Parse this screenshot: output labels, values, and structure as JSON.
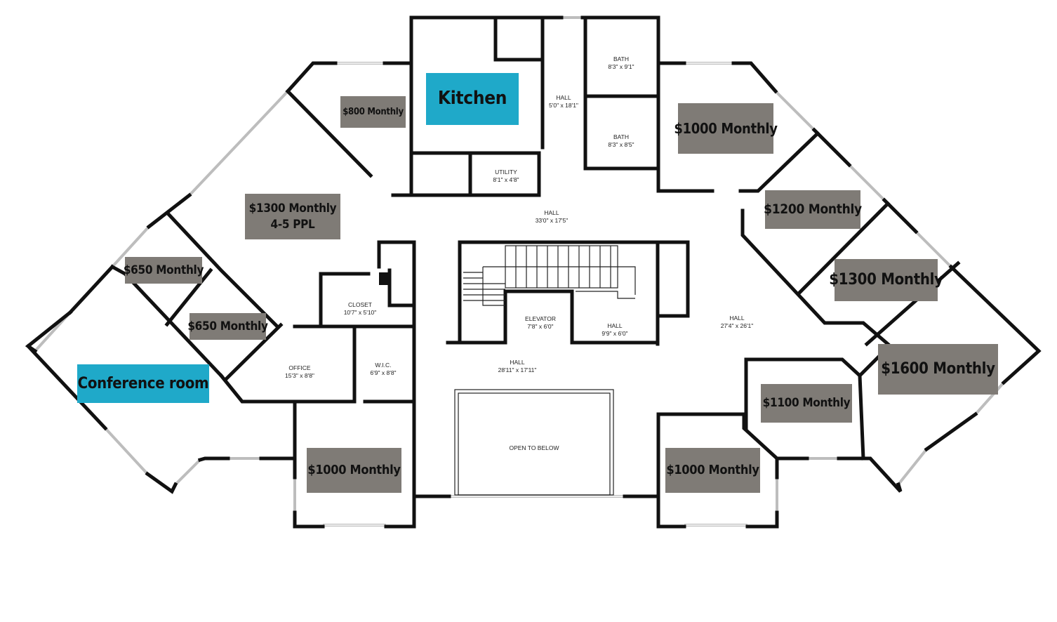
{
  "accent_colors": {
    "price_label": "#7f7b76",
    "highlight_label": "#1fa9c9"
  },
  "highlights": {
    "kitchen": "Kitchen",
    "conference": "Conference room"
  },
  "prices": {
    "p800": "$800 Monthly",
    "p1000_top_right": "$1000 Monthly",
    "p1300_line1": "$1300 Monthly",
    "p1300_line2": "4-5 PPL",
    "p1200": "$1200 Monthly",
    "p650_a": "$650 Monthly",
    "p650_b": "$650 Monthly",
    "p1300_right": "$1300 Monthly",
    "p1600": "$1600 Monthly",
    "p1100": "$1100 Monthly",
    "p1000_bottom_left": "$1000 Monthly",
    "p1000_bottom_right": "$1000 Monthly"
  },
  "rooms": {
    "bath1_name": "BATH",
    "bath1_dim": "8'3\" x 9'1\"",
    "bath2_name": "BATH",
    "bath2_dim": "8'3\" x 8'5\"",
    "hall_top_name": "HALL",
    "hall_top_dim": "5'0\" x 18'1\"",
    "utility_name": "UTILITY",
    "utility_dim": "8'1\" x 4'8\"",
    "hall_mid_name": "HALL",
    "hall_mid_dim": "33'0\" x 17'5\"",
    "closet_name": "CLOSET",
    "closet_dim": "10'7\" x 5'10\"",
    "elevator_name": "ELEVATOR",
    "elevator_dim": "7'8\" x 6'0\"",
    "hall_small_name": "HALL",
    "hall_small_dim": "9'9\" x 6'0\"",
    "hall_right_name": "HALL",
    "hall_right_dim": "27'4\" x 26'1\"",
    "hall_low_name": "HALL",
    "hall_low_dim": "28'11\" x 17'11\"",
    "wic_name": "W.I.C.",
    "wic_dim": "6'9\" x 8'8\"",
    "office_name": "OFFICE",
    "office_dim": "15'3\" x 8'8\"",
    "open_below": "OPEN TO BELOW"
  }
}
